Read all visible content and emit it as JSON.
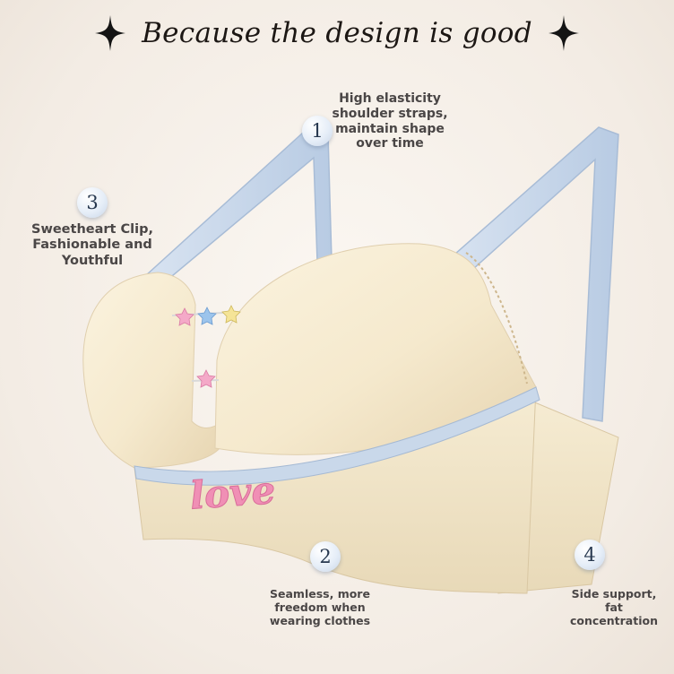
{
  "headline": "Because the design is good",
  "callouts": [
    {
      "num": "1",
      "text": "High elasticity shoulder straps, maintain shape over time"
    },
    {
      "num": "2",
      "text": "Seamless, more freedom when wearing clothes"
    },
    {
      "num": "3",
      "text": "Sweetheart Clip, Fashionable and Youthful"
    },
    {
      "num": "4",
      "text": "Side support, fat concentration"
    }
  ],
  "product": {
    "embroidery": "love",
    "colors": {
      "body": "#f6ecd2",
      "trim": "#c7d7ea",
      "embroidery": "#ef8fb4"
    }
  }
}
